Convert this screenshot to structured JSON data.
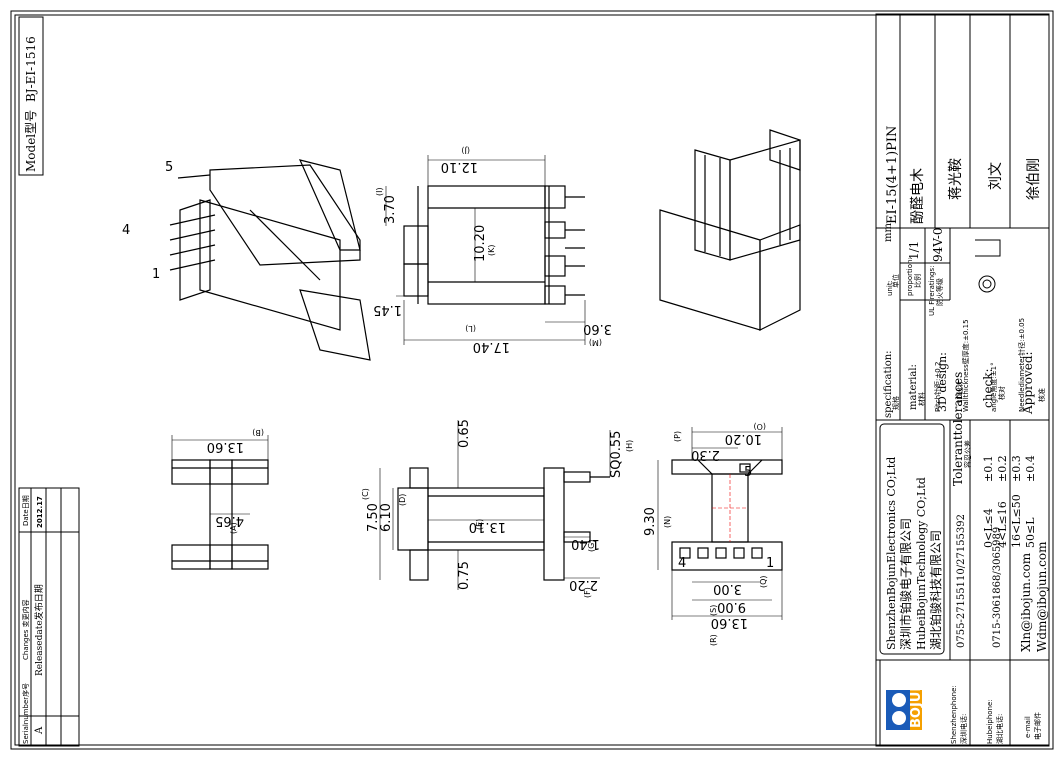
{
  "model": {
    "label": "Model型号",
    "value": "BJ-EI-1516"
  },
  "revision_table": {
    "headers": [
      "Serialnumber序号",
      "Changes 变更内容",
      "Date日期"
    ],
    "rows": [
      {
        "serial": "A",
        "change": "Releasedate发布日期",
        "date": "2012.17"
      }
    ]
  },
  "title_block": {
    "specification_label": "specification:",
    "specification_cn": "规格",
    "specification_value": "EI-15(4+1)PIN",
    "material_label": "material:",
    "material_cn": "材料",
    "material_value": "酚醛电木",
    "design_label": "3D design:",
    "design_cn": "3D设计",
    "design_value": "蒋光鞍",
    "check_label": "check:",
    "check_cn": "核对",
    "check_value": "刘文",
    "approved_label": "Approved:",
    "approved_cn": "核准",
    "approved_value": "徐伯刚",
    "unit_label": "unit:",
    "unit_cn": "单位",
    "unit_value": "mm",
    "proportion_label": "proportion:",
    "proportion_cn": "比例",
    "proportion_value": "1/1",
    "fire_label": "UL Fireratings:",
    "fire_cn": "防火等级",
    "fire_value": "94V-0",
    "tolerance_title": "Toleranttolerances",
    "tolerance_cn": "容忍公差",
    "tolerances": [
      {
        "range": "0<L≤4",
        "value": "±0.1"
      },
      {
        "range": "4<L≤16",
        "value": "±0.2"
      },
      {
        "range": "16<L≤50",
        "value": "±0.3"
      },
      {
        "range": "50≤L",
        "value": "±0.4"
      }
    ],
    "notes": [
      "Pitch针距:±0.2",
      "Wallthickness壁厚度:±0.15",
      "angle角度:±1°",
      "Needlediameter针径:±0.05"
    ],
    "company_lines": [
      "ShenzhenBojunElectronics CO;Ltd",
      "深圳市铂骏电子有限公司",
      "HubeiBojunTechnology CO;Ltd",
      "湖北铂骏科技有限公司"
    ],
    "logo_text": "BOJUN",
    "contacts": [
      {
        "label": "Shenzhenphone:",
        "label_cn": "深圳电话:",
        "value": "0755-27155110/27155392"
      },
      {
        "label": "Hubeiphone:",
        "label_cn": "湖北电话:",
        "value": "0715-3061868/3065989"
      },
      {
        "label": "e-mail",
        "label_cn": "电子邮件",
        "value": "Xln@ibojun.com",
        "value2": "Wdm@ibojun.com"
      }
    ]
  },
  "dimensions": {
    "J": "12.10",
    "J_tag": "(J)",
    "I": "3.70",
    "I_tag": "(I)",
    "K": "10.20",
    "K_tag": "(K)",
    "top_145": "1.45",
    "L": "17.40",
    "L_tag": "(L)",
    "M": "3.60",
    "M_tag": "(M)",
    "B": "13.60",
    "B_tag": "(B)",
    "A": "4.65",
    "A_tag": "(A)",
    "C": "7.50",
    "C_tag": "(C)",
    "D": "6.10",
    "D_tag": "(D)",
    "t065": "0.65",
    "E": "13.10",
    "E_tag": "(E)",
    "G": "1.40",
    "G_tag": "(G)",
    "t075": "0.75",
    "F": "2.20",
    "F_tag": "(F)",
    "H": "SQ0.55",
    "H_tag": "(H)",
    "O": "10.20",
    "O_tag": "(O)",
    "P": "2.30",
    "P_tag": "(P)",
    "N": "9.30",
    "N_tag": "(N)",
    "Q": "3.00",
    "Q_tag": "(Q)",
    "S": "9.00",
    "S_tag": "(S)",
    "R": "13.60",
    "R_tag": "(R)"
  },
  "pin_labels": {
    "p5": "5",
    "p4": "4",
    "p1": "1",
    "b4": "4",
    "b1": "1",
    "b5": "5"
  }
}
